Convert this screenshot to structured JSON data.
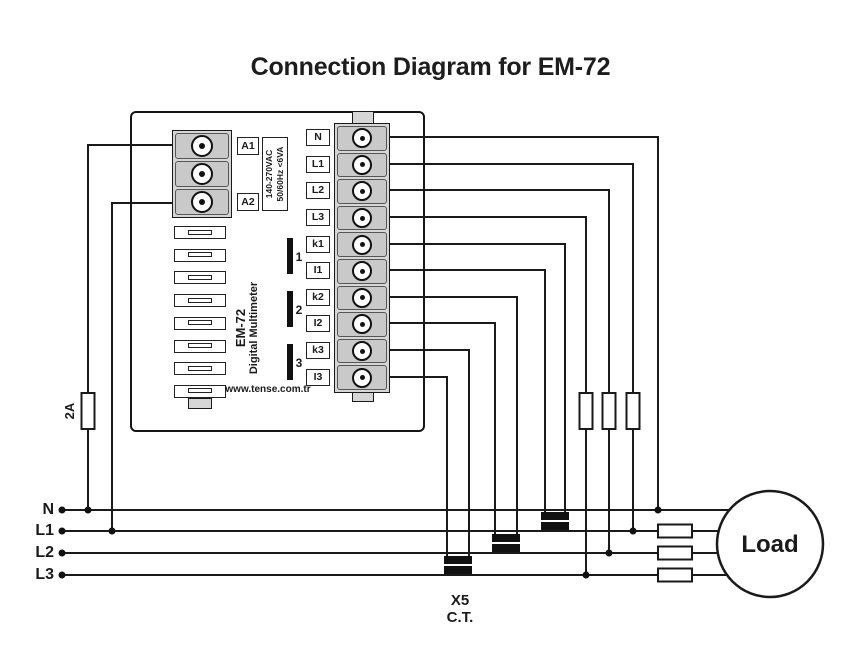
{
  "title": "Connection Diagram for EM-72",
  "device": {
    "model": "EM-72",
    "model_subtitle": "Digital Multimeter",
    "website": "www.tense.com.tr",
    "power_terminal_labels": [
      "A1",
      "A2"
    ],
    "power_rating_line1": "140-270VAC",
    "power_rating_line2": "50/60Hz <6VA",
    "terminal_labels": [
      "N",
      "L1",
      "L2",
      "L3",
      "k1",
      "I1",
      "k2",
      "I2",
      "k3",
      "I3"
    ],
    "ct_input_numbers": [
      "1",
      "2",
      "3"
    ]
  },
  "circuit": {
    "supply_fuse_label": "2A",
    "bus_labels": [
      "N",
      "L1",
      "L2",
      "L3"
    ],
    "ct_ratio_label": "X5",
    "ct_abbrev_label": "C.T.",
    "load_label": "Load"
  },
  "colors": {
    "line": "#1a1a1a",
    "terminal_block_fill": "#d6d6d6",
    "background": "#ffffff"
  }
}
